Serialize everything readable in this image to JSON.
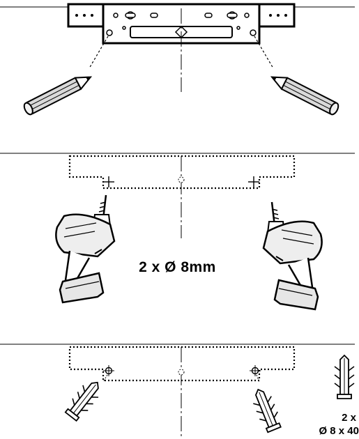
{
  "step2": {
    "drill_label": "2 x Ø 8mm"
  },
  "step3": {
    "plug_count": "2 x",
    "plug_size": "Ø 8 x 40"
  },
  "colors": {
    "line": "#000000",
    "pencil_fill": "#d9d9d9",
    "drill_fill": "#eeeeee",
    "background": "#ffffff"
  },
  "icons": [
    "pencil-icon",
    "drill-icon",
    "wall-plug-icon",
    "mounting-bracket-icon",
    "crosshair-mark-icon"
  ]
}
